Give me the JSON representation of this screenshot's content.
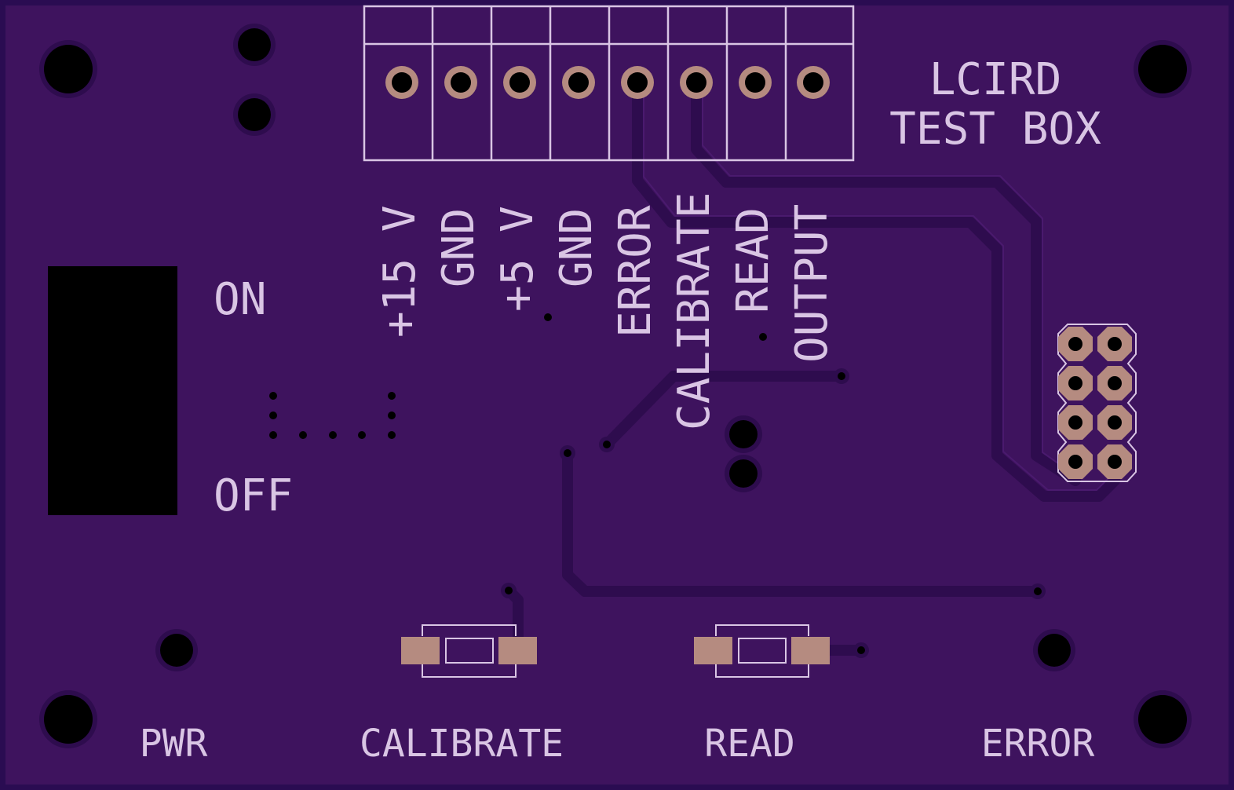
{
  "board": {
    "title_line1": "LCIRD",
    "title_line2": "TEST BOX",
    "switch": {
      "on_label": "ON",
      "off_label": "OFF"
    },
    "terminal_labels": [
      "+15 V",
      "GND",
      "+5 V",
      "GND",
      "ERROR",
      "CALIBRATE",
      "READ",
      "OUTPUT"
    ],
    "bottom_labels": {
      "pwr": "PWR",
      "calibrate": "CALIBRATE",
      "read": "READ",
      "error": "ERROR"
    }
  },
  "colors": {
    "board": "#3e135e",
    "board_border": "#2a0c52",
    "silkscreen": "#d9c5e4",
    "copper": "#b58b80",
    "trace": "#2e0c4e",
    "hole": "#000000"
  }
}
